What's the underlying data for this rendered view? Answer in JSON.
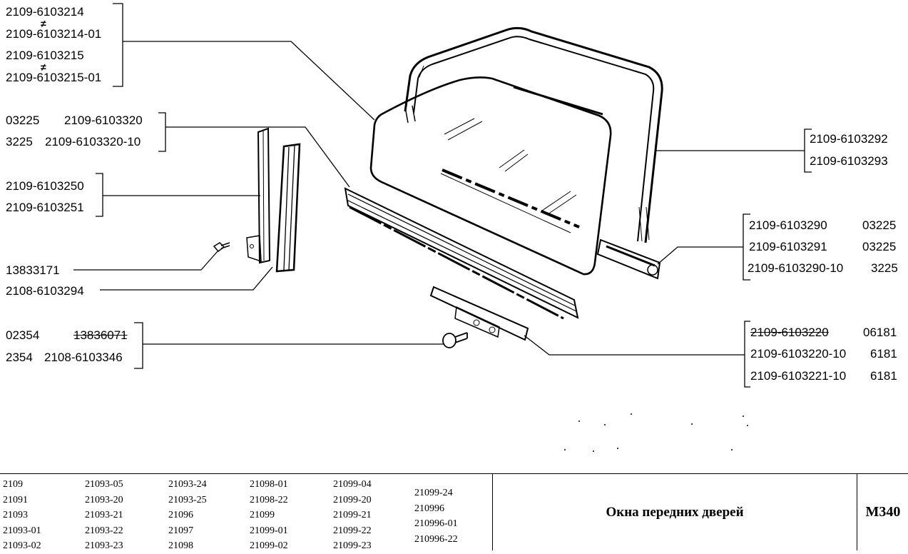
{
  "callouts": {
    "g1": [
      "2109-6103214",
      "2109-6103214-01",
      "2109-6103215",
      "2109-6103215-01"
    ],
    "not_equal": "≠",
    "g2": [
      [
        "03225",
        "2109-6103320"
      ],
      [
        "3225",
        "2109-6103320-10"
      ]
    ],
    "g3": [
      "2109-6103250",
      "2109-6103251"
    ],
    "g4": "13833171",
    "g5": "2108-6103294",
    "g6": [
      [
        "02354",
        "13836071"
      ],
      [
        "2354",
        "2108-6103346"
      ]
    ],
    "g7": [
      "2109-6103292",
      "2109-6103293"
    ],
    "g8": [
      [
        "2109-6103290",
        "03225"
      ],
      [
        "2109-6103291",
        "03225"
      ],
      [
        "2109-6103290-10",
        "3225"
      ]
    ],
    "g9": [
      [
        "2109-6103220",
        "06181"
      ],
      [
        "2109-6103220-10",
        "6181"
      ],
      [
        "2109-6103221-10",
        "6181"
      ]
    ]
  },
  "footer": {
    "models": [
      [
        "2109",
        "21091",
        "21093",
        "21093-01",
        "21093-02"
      ],
      [
        "21093-05",
        "21093-20",
        "21093-21",
        "21093-22",
        "21093-23"
      ],
      [
        "21093-24",
        "21093-25",
        "21096",
        "21097",
        "21098"
      ],
      [
        "21098-01",
        "21098-22",
        "21099",
        "21099-01",
        "21099-02"
      ],
      [
        "21099-04",
        "21099-20",
        "21099-21",
        "21099-22",
        "21099-23"
      ],
      [
        "21099-24",
        "210996",
        "210996-01",
        "210996-22"
      ]
    ],
    "title": "Окна передних дверей",
    "code": "M340"
  }
}
